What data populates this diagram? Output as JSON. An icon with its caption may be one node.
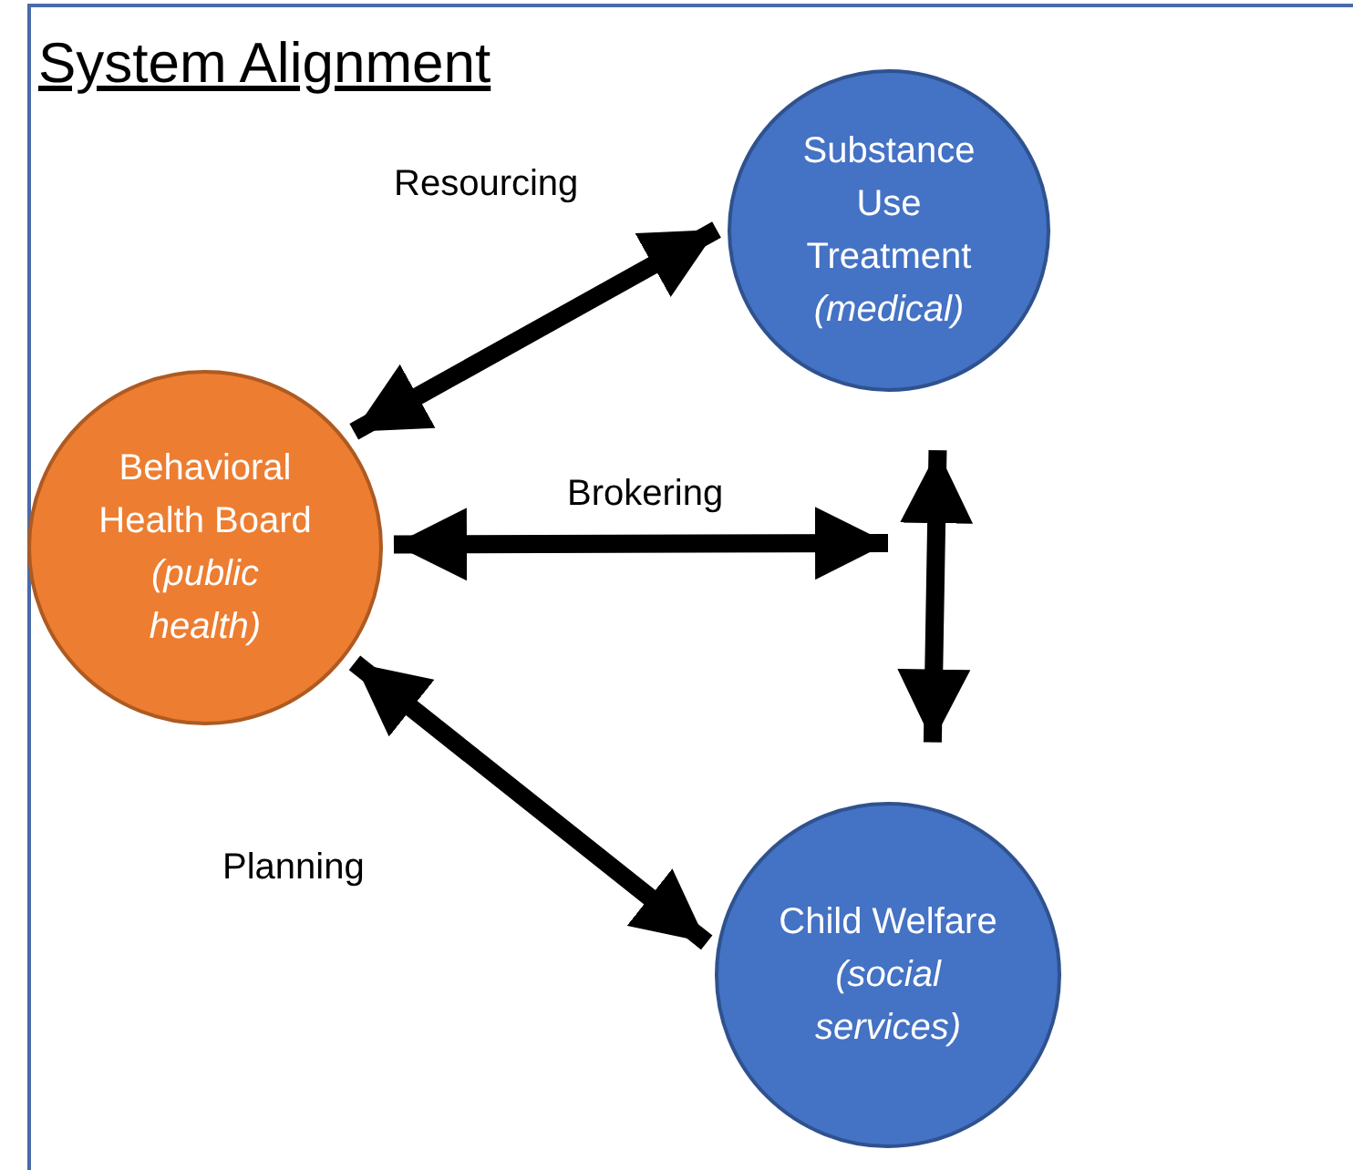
{
  "diagram": {
    "title": "System Alignment",
    "nodes": [
      {
        "text": [
          "Behavioral Health Board",
          "(public health)"
        ]
      },
      {
        "text": [
          "Substance Use Treatment",
          "(medical)"
        ]
      },
      {
        "text": [
          "Child Welfare",
          "(social services)"
        ]
      }
    ],
    "edges": [
      {
        "from": 0,
        "to": 1,
        "arrow": "both",
        "label": "Resourcing"
      },
      {
        "from": 0,
        "to": null,
        "arrow": "both",
        "label": "Brokering"
      },
      {
        "from": 1,
        "to": 2,
        "arrow": "both"
      },
      {
        "from": 0,
        "to": 2,
        "arrow": "both",
        "label": "Planning"
      }
    ]
  }
}
